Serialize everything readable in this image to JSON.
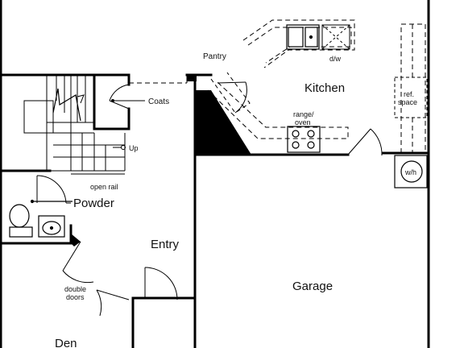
{
  "rooms": {
    "kitchen": "Kitchen",
    "entry": "Entry",
    "garage": "Garage",
    "den": "Den",
    "powder": "Powder"
  },
  "labels": {
    "pantry": "Pantry",
    "coats": "Coats",
    "up": "Up",
    "open_rail": "open rail",
    "double_doors_1": "double",
    "double_doors_2": "doors",
    "range_1": "range/",
    "range_2": "oven",
    "dw": "d/w",
    "ref_1": "ref.",
    "ref_2": "space",
    "wh": "w/h"
  }
}
